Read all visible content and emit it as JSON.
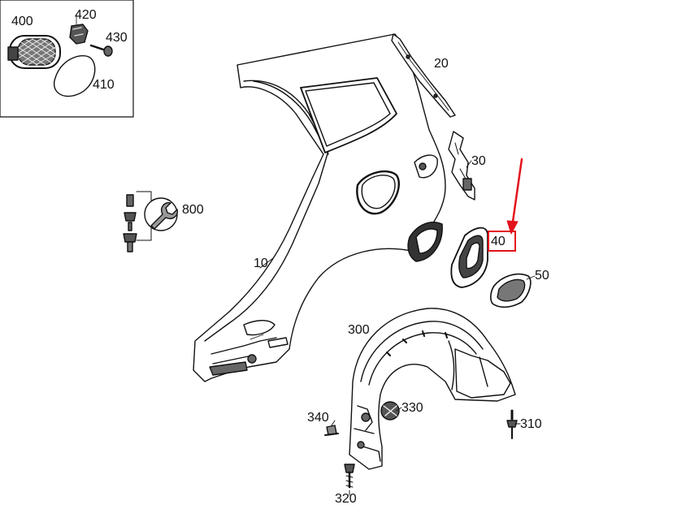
{
  "labels": {
    "p400": "400",
    "p420": "420",
    "p430": "430",
    "p410": "410",
    "p20": "20",
    "p30": "30",
    "p40": "40",
    "p50": "50",
    "p800": "800",
    "p10": "10",
    "p300": "300",
    "p330": "330",
    "p340": "340",
    "p310": "310",
    "p320": "320"
  },
  "highlight": {
    "part": "40",
    "color": "#e3121b"
  }
}
